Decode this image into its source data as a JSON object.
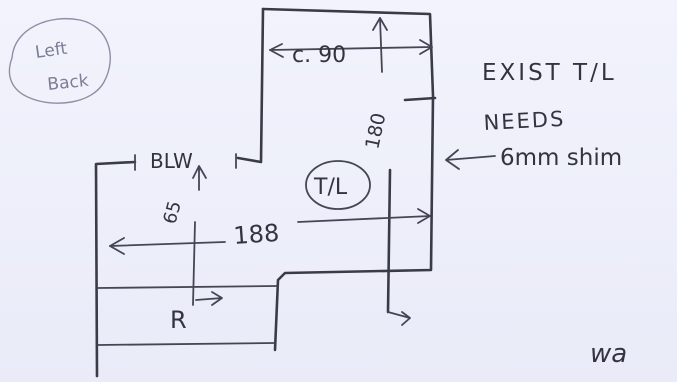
{
  "notes": {
    "corner_note_line1": "Left",
    "corner_note_line2": "Back",
    "door_dim_width": "c. 90",
    "door_dim_height": "180",
    "label_blw": "BLW",
    "dim_65": "65",
    "dim_188": "188",
    "tile_label": "T/L",
    "existing_tile": "EXIST T/L",
    "needs_line1": "NEEDS",
    "needs_line2": "6mm shim",
    "label_r": "R",
    "signature": "wa"
  },
  "colors": {
    "paper": "#eef0fb",
    "ink": "#3a3b48",
    "faint_ink": "#8d90a6"
  }
}
